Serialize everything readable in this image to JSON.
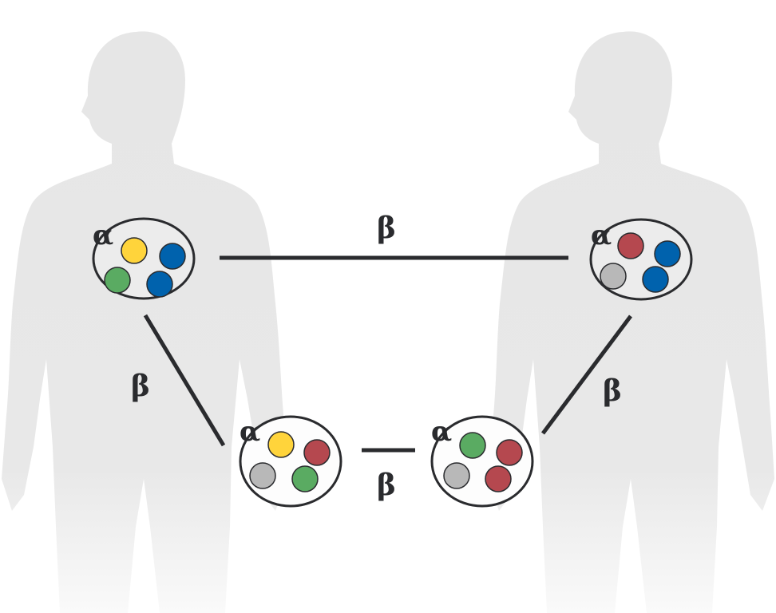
{
  "labels": {
    "alpha": "α",
    "beta": "β"
  },
  "colors": {
    "body": "#e6e6e6",
    "line": "#2a2b2e",
    "yellow": "#ffd43b",
    "blue": "#0062ad",
    "green": "#5aab62",
    "red": "#b5484f",
    "gray": "#b8b8b8"
  },
  "communities": [
    {
      "name": "left-person-upper",
      "members": [
        "yellow",
        "blue",
        "green",
        "blue"
      ]
    },
    {
      "name": "right-person-upper",
      "members": [
        "red",
        "blue",
        "gray",
        "blue"
      ]
    },
    {
      "name": "left-person-lower",
      "members": [
        "yellow",
        "red",
        "gray",
        "green"
      ]
    },
    {
      "name": "right-person-lower",
      "members": [
        "green",
        "red",
        "gray",
        "red"
      ]
    }
  ]
}
